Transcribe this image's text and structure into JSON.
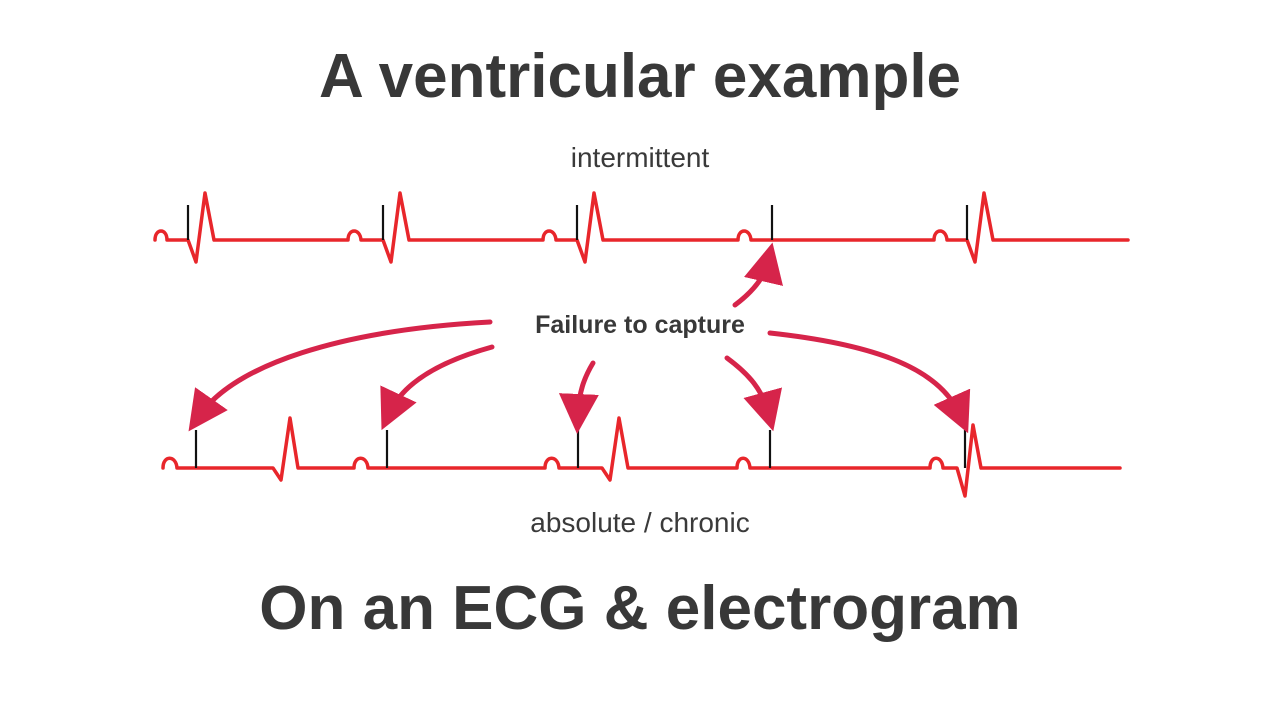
{
  "title": "A ventricular example",
  "subtitle": "On an ECG & electrogram",
  "labels": {
    "top_strip": "intermittent",
    "bottom_strip": "absolute / chronic",
    "callout": "Failure to capture"
  },
  "colors": {
    "trace": "#e8262b",
    "pacing_spike": "#111111",
    "arrow": "#d6244a",
    "text": "#383838"
  },
  "strips": {
    "intermittent": {
      "beats": [
        {
          "paced": true,
          "captured": true
        },
        {
          "paced": true,
          "captured": true
        },
        {
          "paced": true,
          "captured": true
        },
        {
          "paced": true,
          "captured": false
        },
        {
          "paced": true,
          "captured": true
        }
      ]
    },
    "absolute": {
      "beats": [
        {
          "paced": true,
          "captured": false
        },
        {
          "paced": true,
          "captured": false
        },
        {
          "paced": true,
          "captured": false
        },
        {
          "paced": true,
          "captured": false
        },
        {
          "paced": true,
          "captured": false
        }
      ],
      "native_beats": 3
    }
  }
}
